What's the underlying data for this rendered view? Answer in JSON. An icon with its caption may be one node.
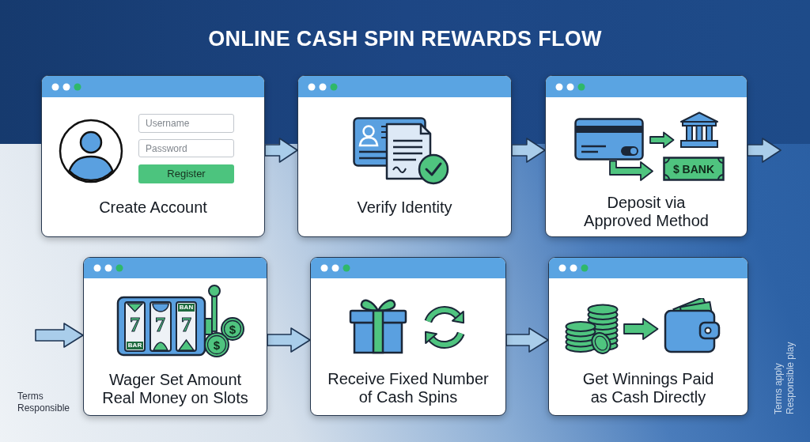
{
  "diagram": {
    "title": "ONLINE CASH SPIN REWARDS FLOW",
    "nodes": [
      {
        "text": [
          "Create Account"
        ]
      },
      {
        "text": [
          "Verify Identity"
        ]
      },
      {
        "text": [
          "Deposit via Approved Method"
        ]
      },
      {
        "text": [
          "Wager Set Amount Real Money on Slots"
        ]
      },
      {
        "text": [
          "Receive Fixed Number of Cash Spins"
        ]
      },
      {
        "text": [
          "Get Winnings Paid as Cash Directly"
        ]
      }
    ],
    "edges": [
      {
        "from": 0,
        "to": 1,
        "arrow": "to"
      },
      {
        "from": 1,
        "to": 2,
        "arrow": "to"
      },
      {
        "from": 2,
        "to": null,
        "arrow": "to"
      },
      {
        "from": null,
        "to": 3,
        "arrow": "to"
      },
      {
        "from": 3,
        "to": 4,
        "arrow": "to"
      },
      {
        "from": 4,
        "to": 5,
        "arrow": "to"
      }
    ],
    "labels": [
      "Username",
      "Password",
      "Register",
      "$ BANK",
      "BAN",
      "7",
      "7",
      "7",
      "BAR",
      "$",
      "$",
      "Terms",
      "Responsible",
      "Terms apply",
      "Responsible play"
    ]
  }
}
